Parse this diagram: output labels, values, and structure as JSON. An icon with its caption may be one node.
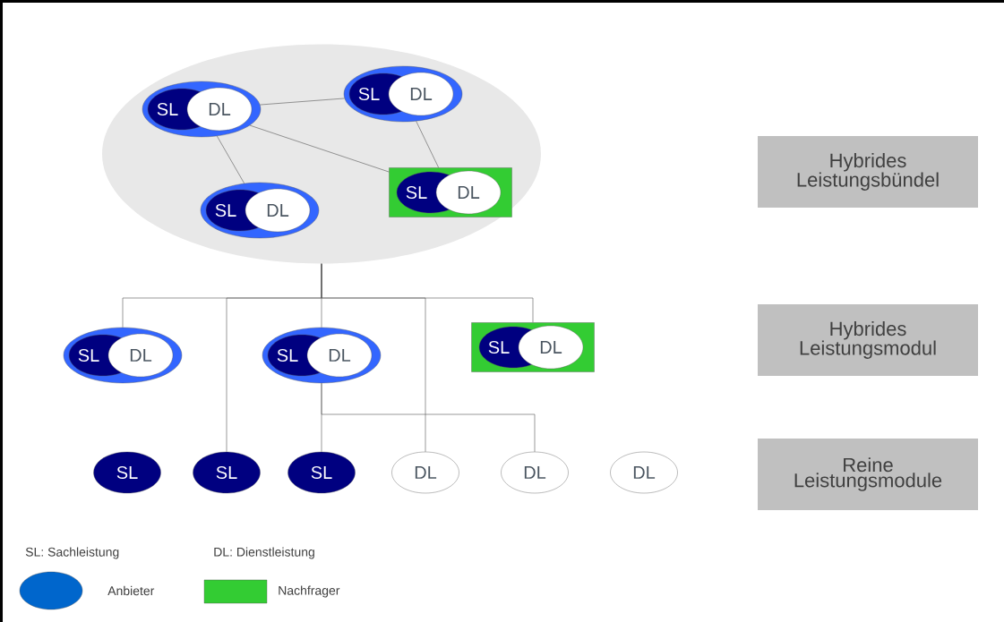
{
  "diagram": {
    "nodes": [
      {
        "text": [],
        "shape": "ellipse"
      },
      {
        "text": [
          "SL",
          "DL"
        ],
        "in": 0
      },
      {
        "text": [
          "SL",
          "DL"
        ],
        "in": 0
      },
      {
        "text": [
          "SL",
          "DL"
        ],
        "in": 0
      },
      {
        "text": [
          "SL",
          "DL"
        ],
        "in": 0
      },
      {
        "text": [
          "Hybrides Leistungsbündel"
        ]
      },
      {
        "text": [
          "SL",
          "DL"
        ]
      },
      {
        "text": [
          "SL",
          "DL"
        ]
      },
      {
        "text": [
          "SL",
          "DL"
        ]
      },
      {
        "text": [
          "Hybrides Leistungsmodul"
        ]
      },
      {
        "text": [
          "SL"
        ]
      },
      {
        "text": [
          "SL"
        ]
      },
      {
        "text": [
          "SL"
        ]
      },
      {
        "text": [
          "DL"
        ]
      },
      {
        "text": [
          "DL"
        ]
      },
      {
        "text": [
          "DL"
        ]
      },
      {
        "text": [
          "Reine Leistungsmodule"
        ]
      }
    ],
    "edges": [
      {
        "from": 1,
        "to": 2,
        "arrow": "none"
      },
      {
        "from": 1,
        "to": 3,
        "arrow": "none"
      },
      {
        "from": 1,
        "to": 4,
        "arrow": "none"
      },
      {
        "from": 2,
        "to": 3,
        "arrow": "none"
      },
      {
        "from": 0,
        "to": 6,
        "arrow": "none"
      },
      {
        "from": 0,
        "to": 11,
        "arrow": "none"
      },
      {
        "from": 0,
        "to": 7,
        "arrow": "none"
      },
      {
        "from": 0,
        "to": 13,
        "arrow": "none"
      },
      {
        "from": 0,
        "to": 8,
        "arrow": "none"
      },
      {
        "from": 7,
        "to": 12,
        "arrow": "none"
      },
      {
        "from": 7,
        "to": 14,
        "arrow": "none"
      }
    ],
    "labels": [
      "SL: Sachleistung",
      "DL: Dienstleistung"
    ],
    "legend": [
      {
        "text": "Anbieter",
        "color": "#0066cc"
      },
      {
        "text": "Nachfrager",
        "color": "#33cc33"
      }
    ]
  }
}
